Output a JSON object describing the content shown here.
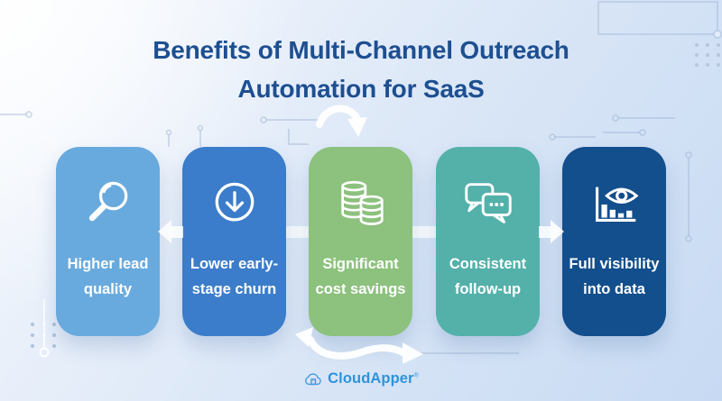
{
  "title": {
    "text": "Benefits of Multi-Channel Outreach\nAutomation for SaaS"
  },
  "cards": [
    {
      "label": "Higher lead\nquality",
      "icon": "magnifier-icon",
      "color": "#69aade"
    },
    {
      "label": "Lower early-\nstage churn",
      "icon": "arrow-down-circle-icon",
      "color": "#3b7dca"
    },
    {
      "label": "Significant\ncost savings",
      "icon": "coins-icon",
      "color": "#8cc17e"
    },
    {
      "label": "Consistent\nfollow-up",
      "icon": "chat-bubbles-icon",
      "color": "#53b1aa"
    },
    {
      "label": "Full visibility\ninto data",
      "icon": "chart-eye-icon",
      "color": "#134f8d"
    }
  ],
  "footer": {
    "brand": "CloudApper",
    "trademark": "®"
  },
  "colors": {
    "title_text": "#1d4f91",
    "brand_text": "#2e93dc",
    "brand_icon_stroke": "#3d9ae0",
    "connector_white": "#ffffff",
    "background_top_left": "#ffffff",
    "background_bottom_right": "#c7daf3"
  }
}
